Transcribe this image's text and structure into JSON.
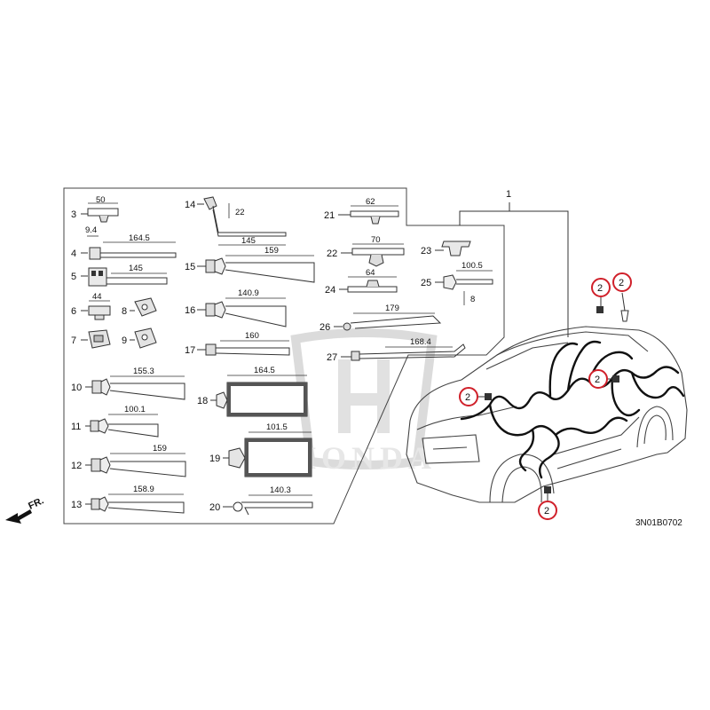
{
  "brand_watermark": "HONDA",
  "figure_code": "3N01B0702",
  "front_arrow_label": "FR.",
  "assembly_callout": "1",
  "highlight_color": "#d0202a",
  "callouts_highlighted": [
    {
      "label": "2"
    },
    {
      "label": "2"
    },
    {
      "label": "2"
    },
    {
      "label": "2"
    },
    {
      "label": "2"
    }
  ],
  "parts": [
    {
      "num": "3",
      "dims": [
        "50"
      ]
    },
    {
      "num": "4",
      "dims": [
        "9.4",
        "164.5"
      ]
    },
    {
      "num": "5",
      "dims": [
        "145"
      ]
    },
    {
      "num": "6",
      "dims": [
        "44"
      ]
    },
    {
      "num": "7",
      "dims": []
    },
    {
      "num": "8",
      "dims": []
    },
    {
      "num": "9",
      "dims": []
    },
    {
      "num": "10",
      "dims": [
        "155.3"
      ]
    },
    {
      "num": "11",
      "dims": [
        "100.1"
      ]
    },
    {
      "num": "12",
      "dims": [
        "159"
      ]
    },
    {
      "num": "13",
      "dims": [
        "158.9"
      ]
    },
    {
      "num": "14",
      "dims": [
        "22",
        "145"
      ]
    },
    {
      "num": "15",
      "dims": [
        "159"
      ]
    },
    {
      "num": "16",
      "dims": [
        "140.9"
      ]
    },
    {
      "num": "17",
      "dims": [
        "160"
      ]
    },
    {
      "num": "18",
      "dims": [
        "164.5"
      ]
    },
    {
      "num": "19",
      "dims": [
        "101.5"
      ]
    },
    {
      "num": "20",
      "dims": [
        "140.3"
      ]
    },
    {
      "num": "21",
      "dims": [
        "62"
      ]
    },
    {
      "num": "22",
      "dims": [
        "70"
      ]
    },
    {
      "num": "23",
      "dims": []
    },
    {
      "num": "24",
      "dims": [
        "64"
      ]
    },
    {
      "num": "25",
      "dims": [
        "100.5",
        "8"
      ]
    },
    {
      "num": "26",
      "dims": [
        "179"
      ]
    },
    {
      "num": "27",
      "dims": [
        "168.4"
      ]
    }
  ]
}
